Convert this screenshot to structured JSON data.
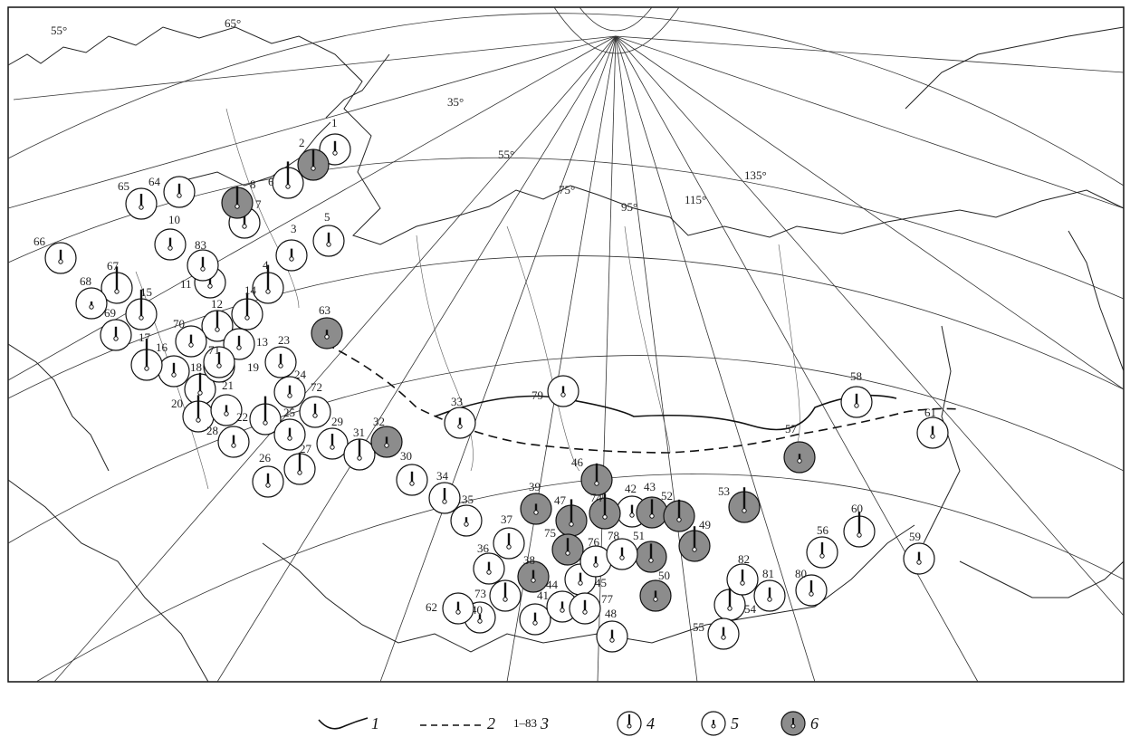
{
  "degree_labels": {
    "top_left_55": "55°",
    "top_65": "65°",
    "lat_35": "35°",
    "lat_55": "55°",
    "lon_75": "75°",
    "lon_95": "95°",
    "lon_115": "115°",
    "lon_135": "135°"
  },
  "colors": {
    "frame": "#111111",
    "shaded_station": "#8c8c8c",
    "open_station": "#ffffff",
    "line": "#222222"
  },
  "stations": [
    {
      "id": "1",
      "type": "open",
      "trend": 0.4
    },
    {
      "id": "2",
      "type": "shaded",
      "trend": 0.8
    },
    {
      "id": "3",
      "type": "open",
      "trend": 0.3
    },
    {
      "id": "4",
      "type": "open",
      "trend": 1.3
    },
    {
      "id": "5",
      "type": "open",
      "trend": 0.4
    },
    {
      "id": "6",
      "type": "open",
      "trend": 1.2
    },
    {
      "id": "7",
      "type": "open",
      "trend": 1.0
    },
    {
      "id": "8",
      "type": "shaded",
      "trend": 0.9
    },
    {
      "id": "10",
      "type": "open",
      "trend": 0.3
    },
    {
      "id": "11",
      "type": "open",
      "trend": 0.2
    },
    {
      "id": "12",
      "type": "open",
      "trend": 0.8
    },
    {
      "id": "13",
      "type": "open",
      "trend": 0.4
    },
    {
      "id": "14",
      "type": "open",
      "trend": 1.2
    },
    {
      "id": "15",
      "type": "open",
      "trend": 1.4
    },
    {
      "id": "16",
      "type": "open",
      "trend": 0.4
    },
    {
      "id": "17",
      "type": "open",
      "trend": 1.5
    },
    {
      "id": "18",
      "type": "open",
      "trend": 0.9
    },
    {
      "id": "19",
      "type": "open",
      "trend": 0.4
    },
    {
      "id": "20",
      "type": "open",
      "trend": 1.2
    },
    {
      "id": "21",
      "type": "open",
      "trend": 0.2
    },
    {
      "id": "22",
      "type": "open",
      "trend": 1.3
    },
    {
      "id": "23",
      "type": "open",
      "trend": 0.4
    },
    {
      "id": "24",
      "type": "open",
      "trend": 0.3
    },
    {
      "id": "25",
      "type": "open",
      "trend": 0.3
    },
    {
      "id": "26",
      "type": "open",
      "trend": 0.4
    },
    {
      "id": "27",
      "type": "open",
      "trend": 0.9
    },
    {
      "id": "28",
      "type": "open",
      "trend": 0.3
    },
    {
      "id": "29",
      "type": "open",
      "trend": 0.5
    },
    {
      "id": "30",
      "type": "open",
      "trend": 0.4
    },
    {
      "id": "31",
      "type": "open",
      "trend": 0.8
    },
    {
      "id": "32",
      "type": "shaded",
      "trend": 0.2
    },
    {
      "id": "33",
      "type": "open",
      "trend": 0.2
    },
    {
      "id": "34",
      "type": "open",
      "trend": 0.5
    },
    {
      "id": "35",
      "type": "open",
      "trend": 0.1
    },
    {
      "id": "36",
      "type": "open",
      "trend": 0.3
    },
    {
      "id": "37",
      "type": "open",
      "trend": 0.5
    },
    {
      "id": "38",
      "type": "shaded",
      "trend": 0.3
    },
    {
      "id": "39",
      "type": "shaded",
      "trend": 0.2
    },
    {
      "id": "40",
      "type": "open",
      "trend": 0.1
    },
    {
      "id": "41",
      "type": "open",
      "trend": 0.3
    },
    {
      "id": "42",
      "type": "open",
      "trend": 0.3
    },
    {
      "id": "43",
      "type": "shaded",
      "trend": 0.7
    },
    {
      "id": "44",
      "type": "open",
      "trend": 0.2
    },
    {
      "id": "45",
      "type": "open",
      "trend": 0.3
    },
    {
      "id": "46",
      "type": "shaded",
      "trend": 0.9
    },
    {
      "id": "47",
      "type": "shaded",
      "trend": 1.2
    },
    {
      "id": "48",
      "type": "open",
      "trend": 0.3
    },
    {
      "id": "49",
      "type": "shaded",
      "trend": 1.1
    },
    {
      "id": "50",
      "type": "shaded",
      "trend": 0.2
    },
    {
      "id": "51",
      "type": "shaded",
      "trend": 0.7
    },
    {
      "id": "52",
      "type": "shaded",
      "trend": 0.9
    },
    {
      "id": "53",
      "type": "shaded",
      "trend": 1.1
    },
    {
      "id": "54",
      "type": "open",
      "trend": 1.2
    },
    {
      "id": "55",
      "type": "open",
      "trend": 0.3
    },
    {
      "id": "56",
      "type": "open",
      "trend": 0.5
    },
    {
      "id": "57",
      "type": "shaded",
      "trend": 0.1
    },
    {
      "id": "58",
      "type": "open",
      "trend": 0.4
    },
    {
      "id": "59",
      "type": "open",
      "trend": 0.3
    },
    {
      "id": "60",
      "type": "open",
      "trend": 1.1
    },
    {
      "id": "61",
      "type": "open",
      "trend": 0.3
    },
    {
      "id": "62",
      "type": "open",
      "trend": 0.3
    },
    {
      "id": "63",
      "type": "shaded",
      "trend": 0.1
    },
    {
      "id": "64",
      "type": "open",
      "trend": 0.4
    },
    {
      "id": "65",
      "type": "open",
      "trend": 0.5
    },
    {
      "id": "66",
      "type": "open",
      "trend": 0.4
    },
    {
      "id": "67",
      "type": "open",
      "trend": 1.2
    },
    {
      "id": "68",
      "type": "open",
      "trend": 0.0
    },
    {
      "id": "69",
      "type": "open",
      "trend": 0.4
    },
    {
      "id": "70",
      "type": "open",
      "trend": 0.3
    },
    {
      "id": "71",
      "type": "open",
      "trend": 0.5
    },
    {
      "id": "72",
      "type": "open",
      "trend": 0.4
    },
    {
      "id": "73",
      "type": "open",
      "trend": 0.7
    },
    {
      "id": "74",
      "type": "shaded",
      "trend": 1.1
    },
    {
      "id": "75",
      "type": "shaded",
      "trend": 0.6
    },
    {
      "id": "76",
      "type": "open",
      "trend": 0.2
    },
    {
      "id": "77",
      "type": "open",
      "trend": 0.4
    },
    {
      "id": "78",
      "type": "open",
      "trend": 0.3
    },
    {
      "id": "79",
      "type": "open",
      "trend": 0.2
    },
    {
      "id": "80",
      "type": "open",
      "trend": 0.5
    },
    {
      "id": "81",
      "type": "open",
      "trend": 0.4
    },
    {
      "id": "82",
      "type": "open",
      "trend": 0.5
    },
    {
      "id": "83",
      "type": "open",
      "trend": 0.4
    }
  ],
  "legend": {
    "item1_label": "1",
    "item2_label": "2",
    "item3_range": "1–83",
    "item3_label": "3",
    "item4_label": "4",
    "item5_label": "5",
    "item6_label": "6"
  }
}
